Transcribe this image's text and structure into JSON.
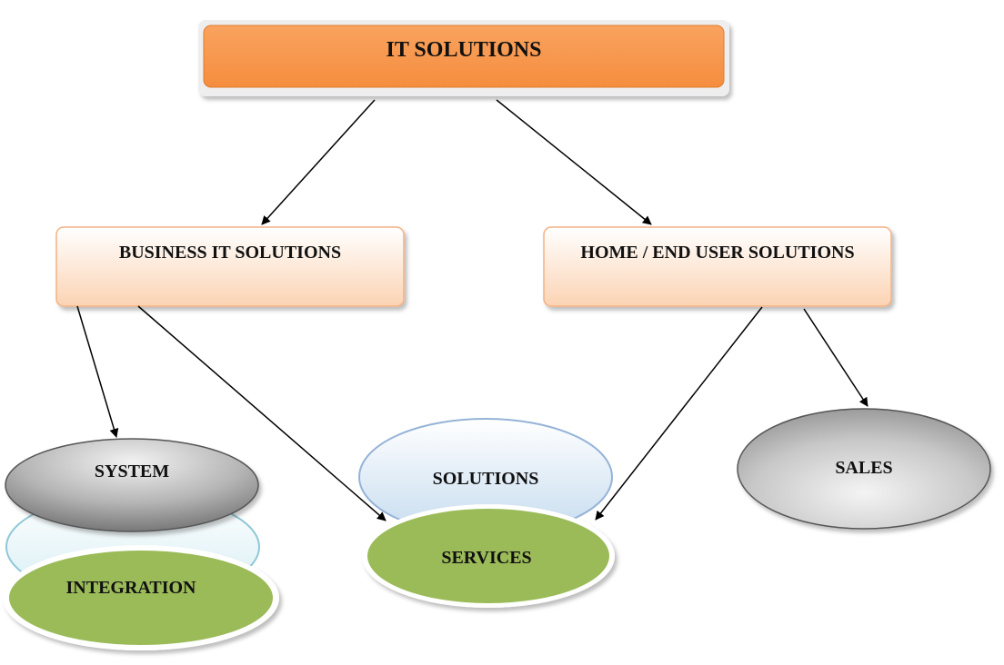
{
  "root": {
    "label": "IT SOLUTIONS"
  },
  "branches": {
    "business": {
      "label": "BUSINESS IT SOLUTIONS"
    },
    "home": {
      "label": "HOME / END USER SOLUTIONS"
    }
  },
  "leaves": {
    "system": {
      "label": "SYSTEM"
    },
    "integration": {
      "label": "INTEGRATION"
    },
    "solutions": {
      "label": "SOLUTIONS"
    },
    "services": {
      "label": "SERVICES"
    },
    "sales": {
      "label": "SALES"
    }
  },
  "colors": {
    "root_fill": "#f79646",
    "branch_fill_top": "#ffffff",
    "branch_fill_bottom": "#fbd6b8",
    "branch_border": "#f4b183",
    "green": "#9bbb59",
    "light_blue": "#dbeef4",
    "blue_border": "#95b3d7",
    "gray_dark": "#7f7f7f",
    "gray_light": "#f2f2f2",
    "arrow": "#000000"
  }
}
